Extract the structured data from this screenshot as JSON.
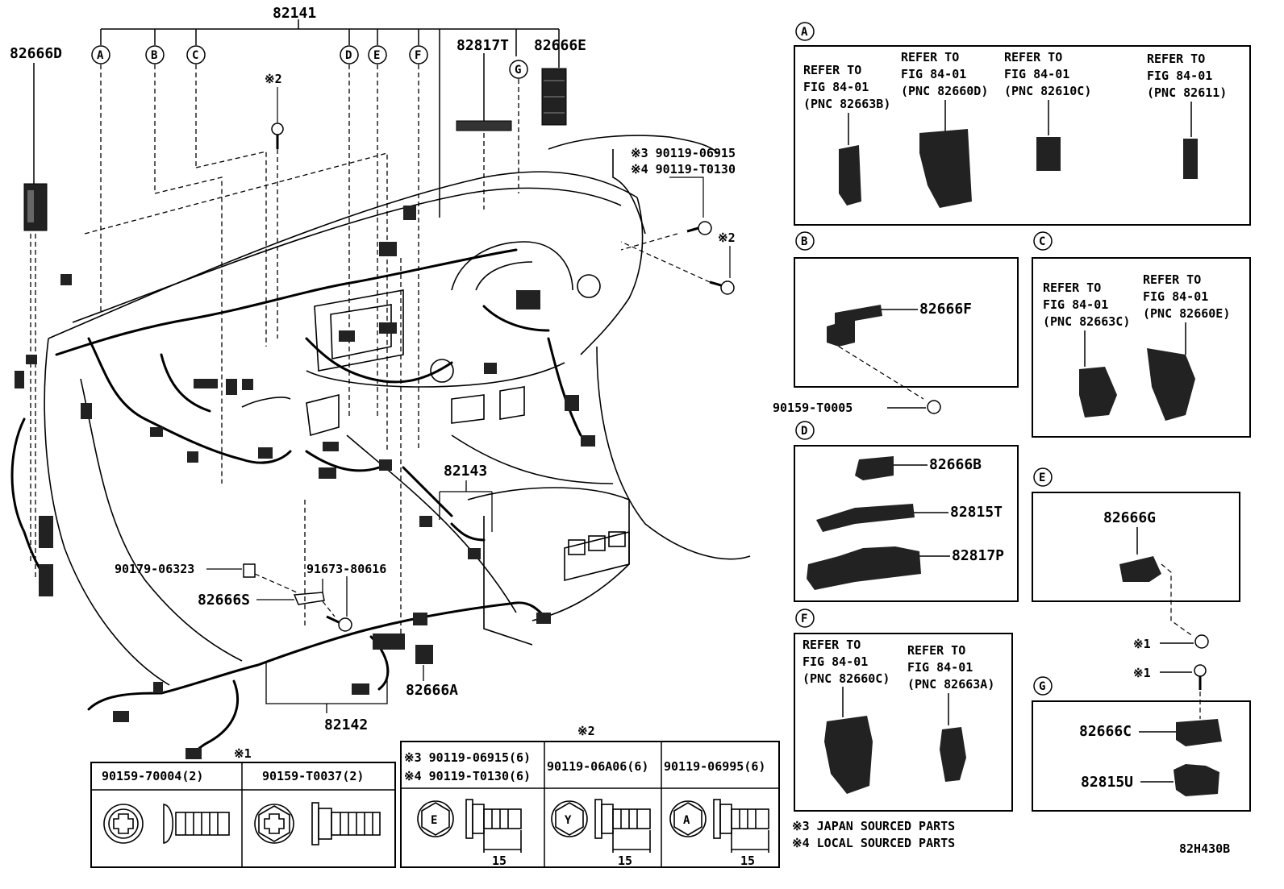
{
  "main": {
    "top_part": "82141",
    "left_part": "82666D",
    "part_82817T": "82817T",
    "part_82666E": "82666E",
    "part_82143": "82143",
    "part_82142": "82142",
    "part_82666A": "82666A",
    "part_82666S": "82666S",
    "part_90179": "90179-06323",
    "part_91673": "91673-80616",
    "bolt_note_line1": "※3 90119-06915",
    "bolt_note_line2": "※4 90119-T0130",
    "mark_2a": "※2",
    "mark_2b": "※2",
    "mark_1": "※1",
    "callouts": [
      "A",
      "B",
      "C",
      "D",
      "E",
      "F",
      "G"
    ]
  },
  "insets": {
    "A": {
      "label": "A",
      "refs": [
        [
          "REFER TO",
          "FIG 84-01",
          "(PNC 82663B)"
        ],
        [
          "REFER TO",
          "FIG 84-01",
          "(PNC 82660D)"
        ],
        [
          "REFER TO",
          "FIG 84-01",
          "(PNC 82610C)"
        ],
        [
          "REFER TO",
          "FIG 84-01",
          "(PNC 82611)"
        ]
      ]
    },
    "B": {
      "label": "B",
      "part": "82666F",
      "bolt": "90159-T0005"
    },
    "C": {
      "label": "C",
      "refs": [
        [
          "REFER TO",
          "FIG 84-01",
          "(PNC 82663C)"
        ],
        [
          "REFER TO",
          "FIG 84-01",
          "(PNC 82660E)"
        ]
      ]
    },
    "D": {
      "label": "D",
      "parts": [
        "82666B",
        "82815T",
        "82817P"
      ]
    },
    "E": {
      "label": "E",
      "part": "82666G"
    },
    "F": {
      "label": "F",
      "refs": [
        [
          "REFER TO",
          "FIG 84-01",
          "(PNC 82660C)"
        ],
        [
          "REFER TO",
          "FIG 84-01",
          "(PNC 82663A)"
        ]
      ]
    },
    "G": {
      "label": "G",
      "parts": [
        "82666C",
        "82815U"
      ],
      "marks": [
        "※1",
        "※1"
      ]
    }
  },
  "fastener_tables": {
    "table1_mark": "※1",
    "table1": [
      "90159-70004(2)",
      "90159-T0037(2)"
    ],
    "table2_mark": "※2",
    "table2": [
      {
        "lines": [
          "※3 90119-06915(6)",
          "※4 90119-T0130(6)"
        ],
        "head_letter": "E",
        "length": "15"
      },
      {
        "lines": [
          "90119-06A06(6)"
        ],
        "head_letter": "Y",
        "length": "15"
      },
      {
        "lines": [
          "90119-06995(6)"
        ],
        "head_letter": "A",
        "length": "15"
      }
    ]
  },
  "footnotes": [
    "※3 JAPAN SOURCED PARTS",
    "※4 LOCAL SOURCED PARTS"
  ],
  "figure_code": "82H430B"
}
